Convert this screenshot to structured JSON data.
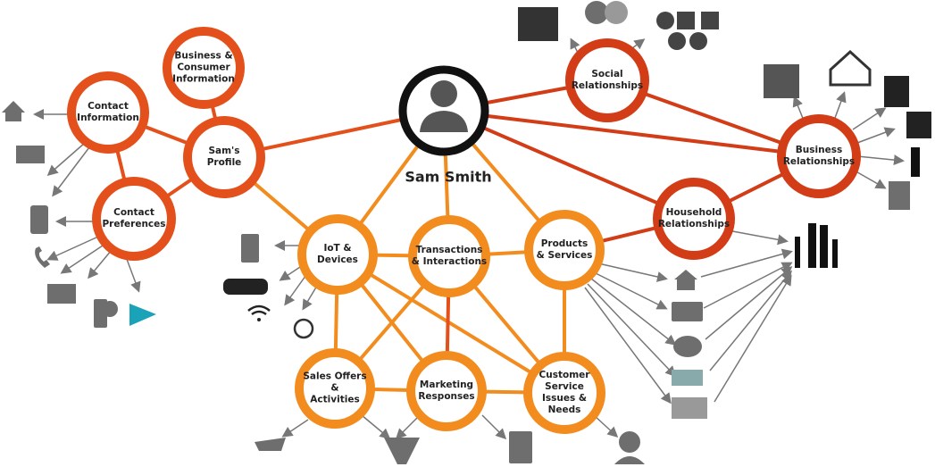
{
  "person": {
    "name": "Sam Smith",
    "icon": "person-avatar-icon"
  },
  "nodes": [
    {
      "id": "biz_consumer",
      "label": "Business &\nConsumer\nInformation"
    },
    {
      "id": "contact_info",
      "label": "Contact\nInformation"
    },
    {
      "id": "profile",
      "label": "Sam's\nProfile"
    },
    {
      "id": "contact_pref",
      "label": "Contact\nPreferences"
    },
    {
      "id": "social",
      "label": "Social\nRelationships"
    },
    {
      "id": "business_rel",
      "label": "Business\nRelationships"
    },
    {
      "id": "household",
      "label": "Household\nRelationships"
    },
    {
      "id": "iot",
      "label": "IoT &\nDevices"
    },
    {
      "id": "transactions",
      "label": "Transactions\n& Interactions"
    },
    {
      "id": "products",
      "label": "Products\n& Services"
    },
    {
      "id": "sales",
      "label": "Sales Offers\n&\nActivities"
    },
    {
      "id": "marketing",
      "label": "Marketing\nResponses"
    },
    {
      "id": "customer",
      "label": "Customer\nService\nIssues &\nNeeds"
    }
  ],
  "colors": {
    "red": "#E4501B",
    "darkred": "#D23C17",
    "orange": "#F28C1E",
    "arrow": "#777777",
    "icon": "#6E6E6E"
  }
}
